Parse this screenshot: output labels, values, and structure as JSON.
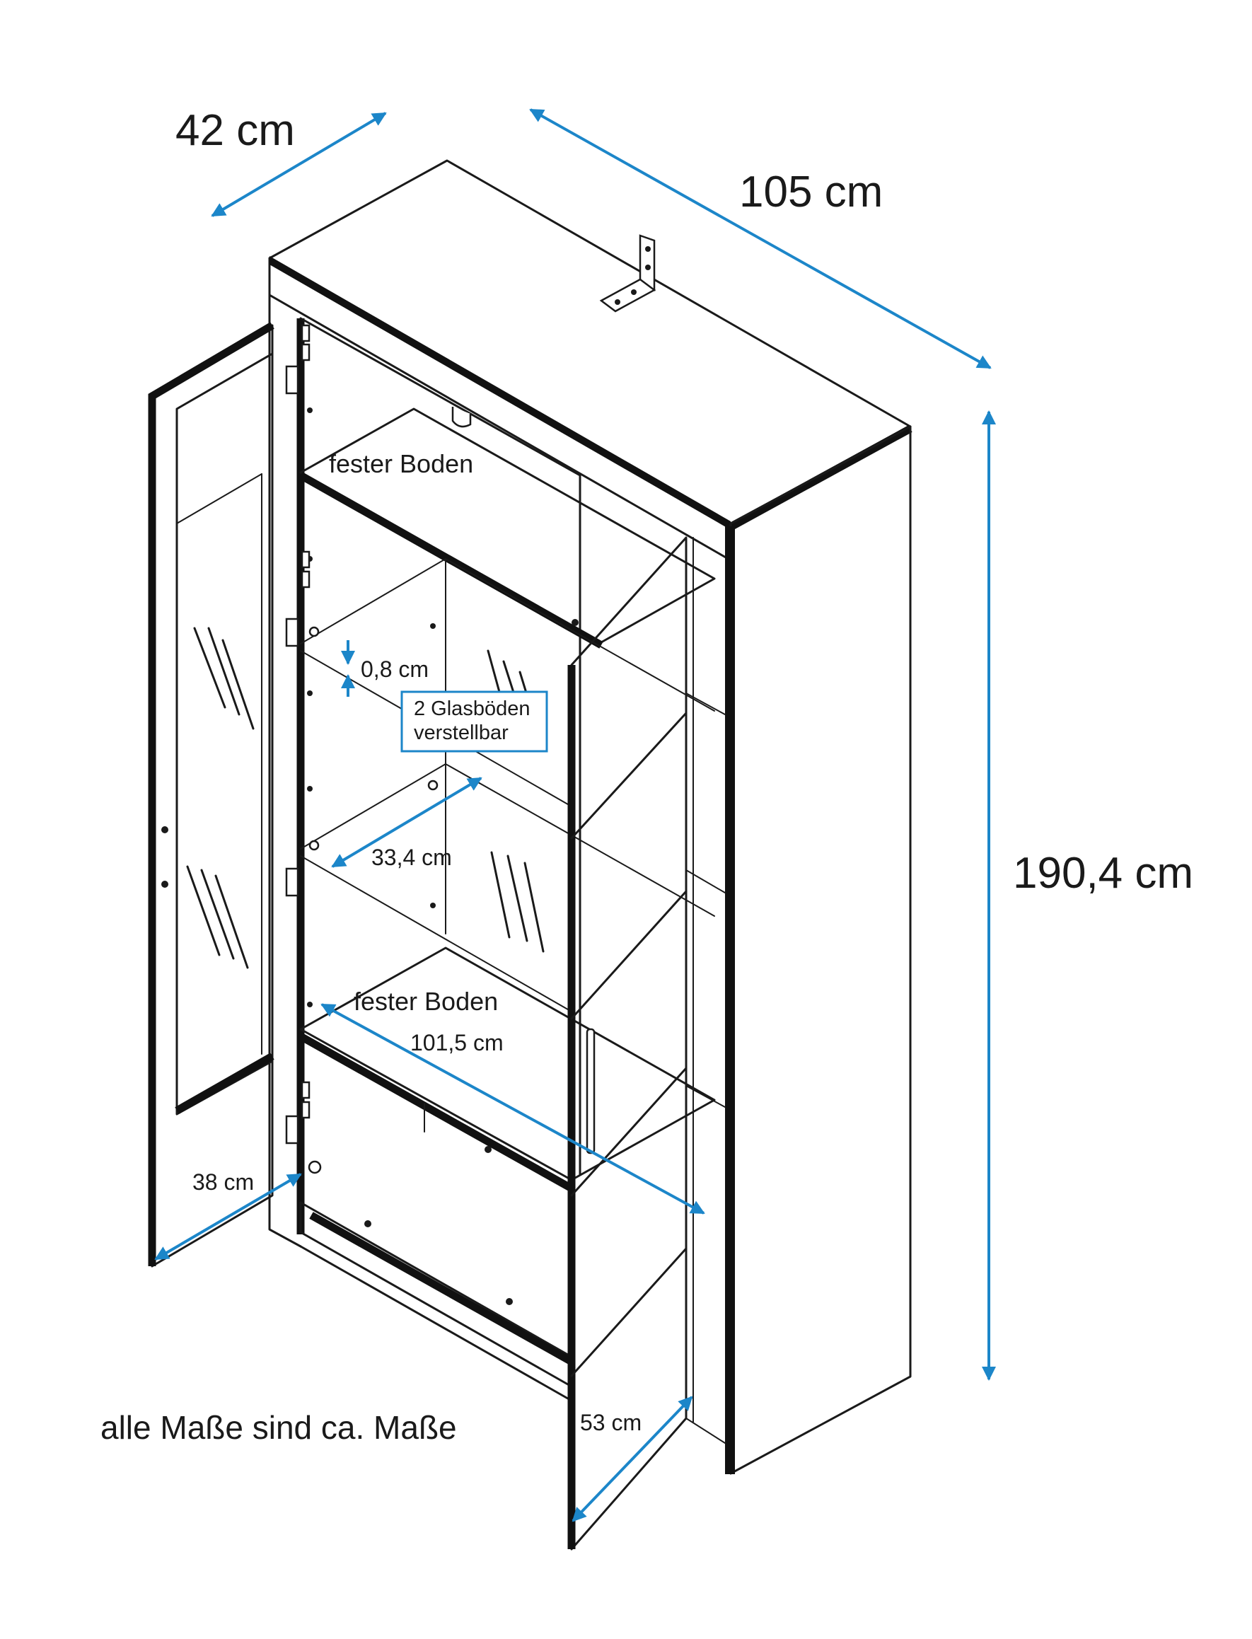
{
  "diagram": {
    "accent_color": "#1c86c9",
    "dimensions": {
      "depth": "42 cm",
      "width": "105 cm",
      "height": "190,4 cm",
      "glass_thickness": "0,8 cm",
      "shelf_depth": "33,4 cm",
      "inner_width": "101,5 cm",
      "left_door_width": "38 cm",
      "right_door_width": "53 cm"
    },
    "labels": {
      "top_shelf": "fester Boden",
      "bottom_shelf": "fester Boden",
      "glass_shelves_line1": "2 Glasböden",
      "glass_shelves_line2": "verstellbar"
    },
    "footnote": "alle Maße sind ca. Maße"
  }
}
